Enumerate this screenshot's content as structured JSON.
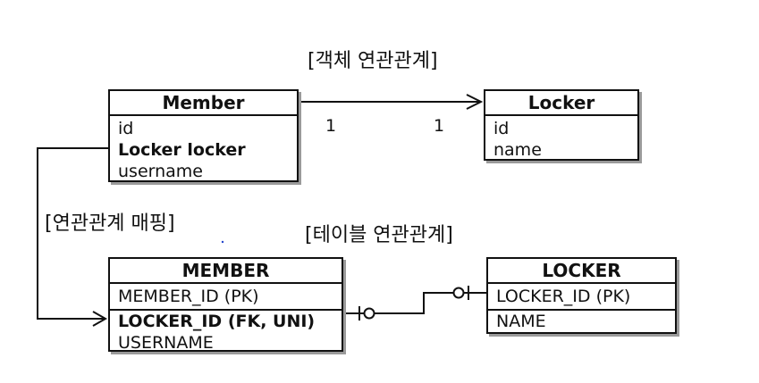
{
  "headings": {
    "object_relation": "[객체 연관관계]",
    "mapping": "[연관관계 매핑]",
    "table_relation": "[테이블 연관관계]"
  },
  "object_model": {
    "member": {
      "title": "Member",
      "fields": [
        "id",
        "Locker locker",
        "username"
      ]
    },
    "locker": {
      "title": "Locker",
      "fields": [
        "id",
        "name"
      ]
    },
    "multiplicity_left": "1",
    "multiplicity_right": "1"
  },
  "table_model": {
    "member": {
      "title": "MEMBER",
      "pk": "MEMBER_ID (PK)",
      "fk": "LOCKER_ID (FK, UNI)",
      "cols": [
        "USERNAME"
      ]
    },
    "locker": {
      "title": "LOCKER",
      "pk": "LOCKER_ID (PK)",
      "cols": [
        "NAME"
      ]
    }
  }
}
